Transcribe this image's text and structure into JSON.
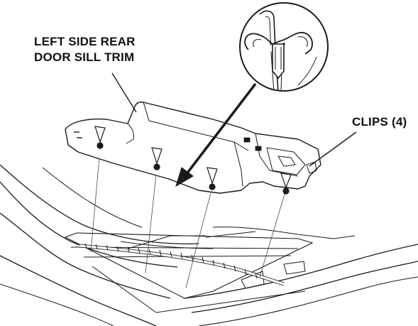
{
  "labels": {
    "trim_line1": "LEFT SIDE REAR",
    "trim_line2": "DOOR SILL TRIM",
    "clips": "CLIPS (4)"
  },
  "colors": {
    "line": "#1a1a1a",
    "background": "#ffffff"
  }
}
